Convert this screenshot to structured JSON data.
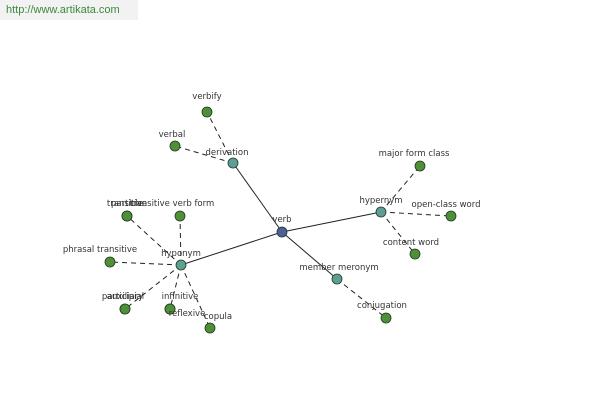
{
  "header": {
    "url": "http://www.artikata.com"
  },
  "colors": {
    "root": "#4d5f9a",
    "relation": "#5f9e94",
    "leaf": "#4f8f3a",
    "node_border": "#1e3b1e",
    "edge": "#222222"
  },
  "nodes": {
    "verb": {
      "label": "verb",
      "kind": "root"
    },
    "derivation": {
      "label": "derivation",
      "kind": "relation"
    },
    "hypernym": {
      "label": "hypernym",
      "kind": "relation"
    },
    "hyponym": {
      "label": "hyponym",
      "kind": "relation"
    },
    "member_meronym": {
      "label": "member meronym",
      "kind": "relation"
    },
    "verbify": {
      "label": "verbify",
      "kind": "leaf"
    },
    "verbal": {
      "label": "verbal",
      "kind": "leaf"
    },
    "major_form_class": {
      "label": "major form class",
      "kind": "leaf"
    },
    "open_class_word": {
      "label": "open-class word",
      "kind": "leaf"
    },
    "content_word": {
      "label": "content word",
      "kind": "leaf"
    },
    "transitive": {
      "label": "transitive",
      "kind": "leaf"
    },
    "particle": {
      "label": "particle",
      "kind": "leaf"
    },
    "transitive_verb_form": {
      "label": "transitive verb form",
      "kind": "leaf"
    },
    "phrasal_transitive": {
      "label": "phrasal transitive",
      "kind": "leaf"
    },
    "participial": {
      "label": "participial",
      "kind": "leaf"
    },
    "auxiliary": {
      "label": "auxiliary",
      "kind": "leaf"
    },
    "infinitive": {
      "label": "infinitive",
      "kind": "leaf"
    },
    "reflexive": {
      "label": "reflexive",
      "kind": "leaf"
    },
    "copula": {
      "label": "copula",
      "kind": "leaf"
    },
    "conjugation": {
      "label": "conjugation",
      "kind": "leaf"
    }
  },
  "edges": [
    {
      "from": "verb",
      "to": "derivation",
      "style": "solid"
    },
    {
      "from": "verb",
      "to": "hypernym",
      "style": "solid"
    },
    {
      "from": "verb",
      "to": "hyponym",
      "style": "solid"
    },
    {
      "from": "verb",
      "to": "member_meronym",
      "style": "solid"
    },
    {
      "from": "derivation",
      "to": "verbify",
      "style": "dashed"
    },
    {
      "from": "derivation",
      "to": "verbal",
      "style": "dashed"
    },
    {
      "from": "hypernym",
      "to": "major_form_class",
      "style": "dashed"
    },
    {
      "from": "hypernym",
      "to": "open_class_word",
      "style": "dashed"
    },
    {
      "from": "hypernym",
      "to": "content_word",
      "style": "dashed"
    },
    {
      "from": "hyponym",
      "to": "transitive",
      "style": "dashed"
    },
    {
      "from": "hyponym",
      "to": "transitive_verb_form",
      "style": "dashed"
    },
    {
      "from": "hyponym",
      "to": "phrasal_transitive",
      "style": "dashed"
    },
    {
      "from": "hyponym",
      "to": "participial",
      "style": "dashed"
    },
    {
      "from": "hyponym",
      "to": "infinitive",
      "style": "dashed"
    },
    {
      "from": "hyponym",
      "to": "copula",
      "style": "dashed"
    },
    {
      "from": "member_meronym",
      "to": "conjugation",
      "style": "dashed"
    }
  ]
}
